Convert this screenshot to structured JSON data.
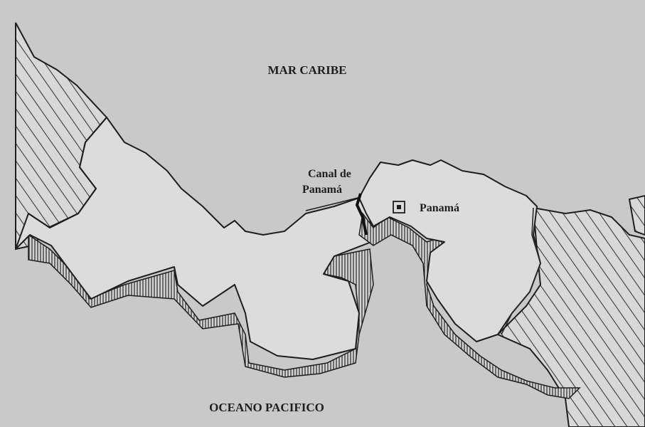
{
  "map": {
    "labels": {
      "caribbean": "MAR CARIBE",
      "pacific": "OCEANO PACIFICO",
      "canal_line1": "Canal de",
      "canal_line2": "Panamá",
      "capital": "Panamá"
    },
    "capital_marker_icon": "square-dot-icon",
    "colors": {
      "sea": "#c9c9c9",
      "land": "#dcdcdc",
      "coastline": "#1e1e1e",
      "hatch": "#3a3a3a"
    }
  }
}
